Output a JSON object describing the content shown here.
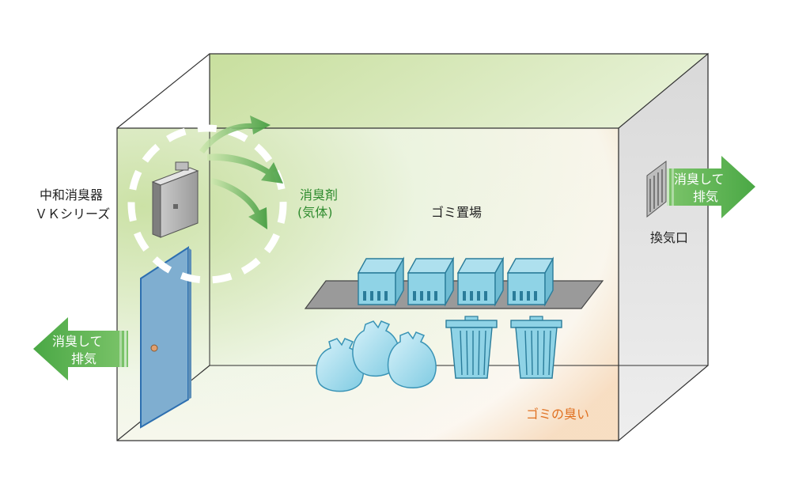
{
  "labels": {
    "device_line1": "中和消臭器",
    "device_line2": "ＶＫシリーズ",
    "agent_line1": "消臭剤",
    "agent_line2": "(気体)",
    "room": "ゴミ置場",
    "vent": "換気口",
    "odor": "ゴミの臭い",
    "exhaust_right_line1": "消臭して",
    "exhaust_right_line2": "排気",
    "exhaust_left_line1": "消臭して",
    "exhaust_left_line2": "排気"
  },
  "colors": {
    "green_text": "#2e8b2e",
    "orange_text": "#e07020",
    "arrow_green": "#5fb55a",
    "bin_blue": "#8fd3e6",
    "door_blue": "#7faed0"
  }
}
